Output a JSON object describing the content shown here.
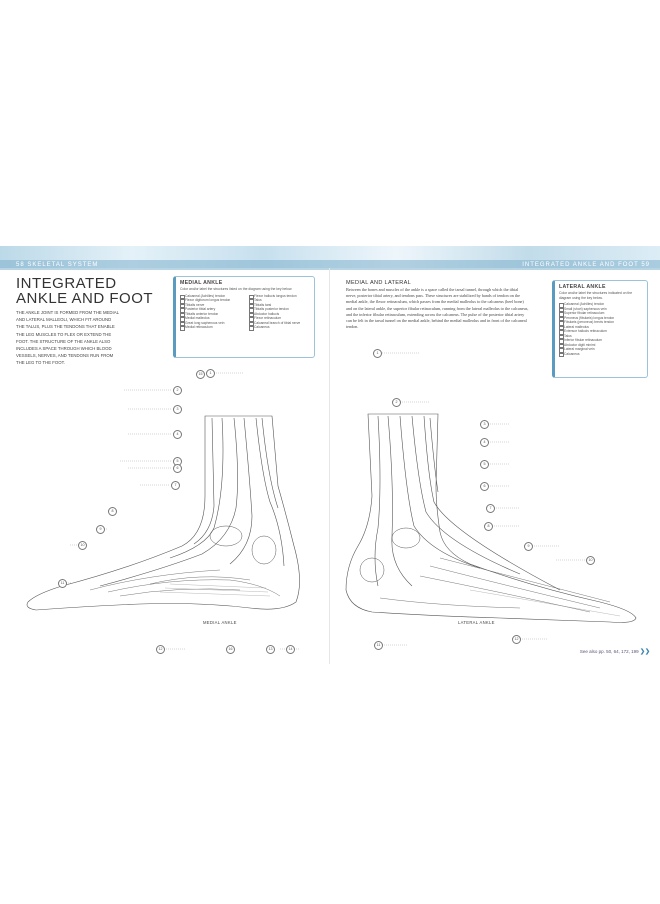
{
  "header": {
    "left": "58  SKELETAL SYSTEM",
    "right": "INTEGRATED ANKLE AND FOOT  59"
  },
  "title": [
    "INTEGRATED",
    "ANKLE AND FOOT"
  ],
  "intro": "THE ANKLE JOINT IS FORMED FROM THE MEDIAL AND LATERAL MALLEOLI, WHICH FIT AROUND THE TALUS, PLUS THE TENDONS THAT ENABLE THE LEG MUSCLES TO FLEX OR EXTEND THE FOOT. THE STRUCTURE OF THE ANKLE ALSO INCLUDES A SPACE THROUGH WHICH BLOOD VESSELS, NERVES, AND TENDONS RUN FROM THE LEG TO THE FOOT.",
  "medial_box": {
    "title": "MEDIAL ANKLE",
    "instruction": "Color and/or label the structures listed on the diagram using the key below.",
    "col1": [
      "Calcaneal (Achilles) tendon",
      "Flexor digitorum longus tendon",
      "Tibialis nerve",
      "Posterior tibial artery",
      "Tibialis anterior tendon",
      "Medial malleolus",
      "Great long saphenous vein",
      "Medial retinaculum"
    ],
    "col2": [
      "Flexor hallucis longus tendon",
      "Talus",
      "Tibialis tarsi",
      "Tibialis posterior tendon",
      "Abductor hallucis",
      "Flexor retinaculum",
      "Calcaneal branch of tibial nerve",
      "Calcaneus"
    ]
  },
  "section": {
    "title": "MEDIAL AND LATERAL",
    "body": "Between the bones and muscles of the ankle is a space called the tarsal tunnel, through which the tibial nerve, posterior tibial artery, and tendons pass. These structures are stabilized by bands of tendon on the medial ankle, the flexor retinaculum, which passes from the medial malleolus to the calcaneus (heel bone) and on the lateral ankle, the superior fibular retinaculum, running from the lateral malleolus to the calcaneus, and the inferior fibular retinaculum, extending across the calcaneus. The pulse of the posterior tibial artery can be felt in the tarsal tunnel on the medial ankle, behind the medial malleolus and in front of the calcaneal tendon."
  },
  "lateral_box": {
    "title": "LATERAL ANKLE",
    "instruction": "Color and/or label the structures indicated on the diagram using the key below.",
    "items": [
      "Calcaneal (Achilles) tendon",
      "Small (short) saphenous vein",
      "Superior fibular retinaculum",
      "Peroneus (fibularis) longus tendon",
      "Fibularis (peroneus) brevis tendon",
      "Lateral malleolus",
      "Extensor hallucis retinaculum",
      "Talus",
      "Inferior fibular retinaculum",
      "Abductor digiti minimi",
      "Lateral marginal vein",
      "Calcaneus"
    ]
  },
  "captions": {
    "medial": "MEDIAL ANKLE",
    "lateral": "LATERAL ANKLE"
  },
  "footer": {
    "see_also": "See also pp. 50, 64, 172, 199"
  },
  "medial_labels": [
    "1",
    "2",
    "3",
    "4",
    "5",
    "6",
    "7",
    "8",
    "9",
    "10",
    "11",
    "12",
    "13",
    "14",
    "15",
    "16"
  ],
  "lateral_labels": [
    "1",
    "2",
    "3",
    "4",
    "5",
    "6",
    "7",
    "8",
    "9",
    "10",
    "11",
    "12"
  ],
  "colors": {
    "accent": "#5a9bbf",
    "header": "#bcd9e8"
  }
}
